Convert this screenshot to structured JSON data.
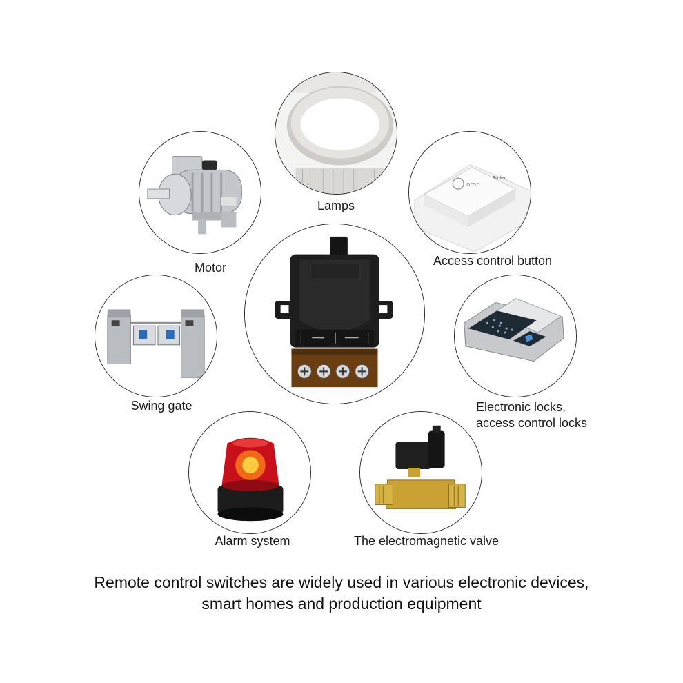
{
  "items": {
    "lamps": {
      "label": "Lamps",
      "icon": "ring-lamp-icon"
    },
    "motor": {
      "label": "Motor",
      "icon": "electric-motor-icon"
    },
    "access_button": {
      "label": "Access control button",
      "icon": "wall-switch-icon"
    },
    "swing_gate": {
      "label": "Swing gate",
      "icon": "turnstile-gate-icon"
    },
    "electronic_locks": {
      "line1": "Electronic locks,",
      "line2": "access control locks",
      "icon": "keypad-lock-icon"
    },
    "alarm": {
      "label": "Alarm system",
      "icon": "red-beacon-icon"
    },
    "valve": {
      "label": "The electromagnetic valve",
      "icon": "solenoid-valve-icon"
    },
    "center": {
      "icon": "relay-receiver-icon"
    }
  },
  "caption": {
    "line1": "Remote control switches are widely used in various electronic devices,",
    "line2": "smart homes and production equipment"
  },
  "colors": {
    "outline": "#2b2b2b",
    "module_body": "#1e1e1e",
    "terminal_brass": "#6b3e12",
    "alarm_red": "#c8101a",
    "valve_brass": "#c9a233"
  }
}
